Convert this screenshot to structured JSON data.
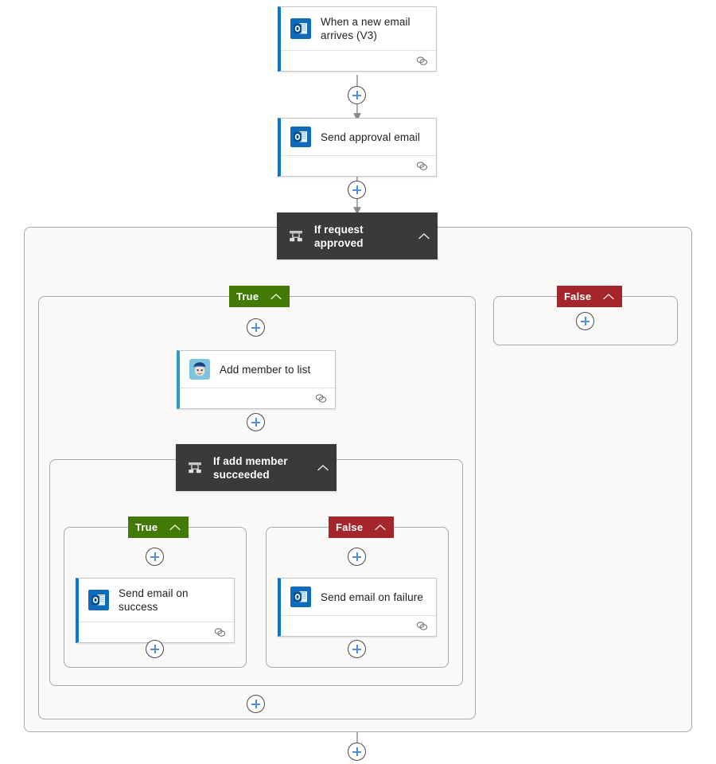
{
  "flow": {
    "nodes": [
      {
        "id": "trigger",
        "type": "action-card",
        "title": "When a new email arrives (V3)",
        "icon": "outlook-icon",
        "accent": "#0078d4",
        "footer_icon": "connection-icon"
      },
      {
        "id": "send-approval",
        "type": "action-card",
        "title": "Send approval email",
        "icon": "outlook-icon",
        "accent": "#0078d4",
        "footer_icon": "connection-icon"
      },
      {
        "id": "cond-approved",
        "type": "condition",
        "title": "If request approved",
        "icon": "condition-icon",
        "collapse_icon": "chevron-up-icon"
      },
      {
        "id": "add-member",
        "type": "action-card",
        "title": "Add member to list",
        "icon": "mailchimp-icon",
        "accent": "#2e9bc4",
        "footer_icon": "connection-icon"
      },
      {
        "id": "cond-added",
        "type": "condition",
        "title": "If add member succeeded",
        "icon": "condition-icon",
        "collapse_icon": "chevron-up-icon"
      },
      {
        "id": "send-success",
        "type": "action-card",
        "title": "Send email on success",
        "icon": "outlook-icon",
        "accent": "#0078d4",
        "footer_icon": "connection-icon"
      },
      {
        "id": "send-failure",
        "type": "action-card",
        "title": "Send email on failure",
        "icon": "outlook-icon",
        "accent": "#0078d4",
        "footer_icon": "connection-icon"
      }
    ],
    "branches": {
      "outer_true": {
        "label": "True",
        "color": "#437a06",
        "collapse_icon": "chevron-up-icon"
      },
      "outer_false": {
        "label": "False",
        "color": "#a4262c",
        "collapse_icon": "chevron-up-icon"
      },
      "inner_true": {
        "label": "True",
        "color": "#437a06",
        "collapse_icon": "chevron-up-icon"
      },
      "inner_false": {
        "label": "False",
        "color": "#a4262c",
        "collapse_icon": "chevron-up-icon"
      }
    },
    "add_buttons": [
      {
        "id": "add-after-trigger",
        "name": "add-step-after-trigger"
      },
      {
        "id": "add-after-approval",
        "name": "add-step-after-send-approval"
      },
      {
        "id": "add-true-top",
        "name": "add-step-true-branch-top"
      },
      {
        "id": "add-true-after-member",
        "name": "add-step-true-branch-after-add-member"
      },
      {
        "id": "add-false-branch",
        "name": "add-step-false-branch"
      },
      {
        "id": "add-inner-true-top",
        "name": "add-step-inner-true-top"
      },
      {
        "id": "add-inner-true-bottom",
        "name": "add-step-inner-true-bottom"
      },
      {
        "id": "add-inner-false-top",
        "name": "add-step-inner-false-top"
      },
      {
        "id": "add-inner-false-bottom",
        "name": "add-step-inner-false-bottom"
      },
      {
        "id": "add-true-scope-bottom",
        "name": "add-step-true-scope-bottom"
      },
      {
        "id": "add-flow-bottom",
        "name": "add-step-flow-bottom"
      }
    ],
    "colors": {
      "canvas": "#ffffff",
      "scope_fill": "#faf9f8",
      "scope_border": "#a9a9a9",
      "condition_header": "#3b3a39",
      "edge": "#8a8886",
      "plus_glyph": "#4d8fdc",
      "outlook_blue": "#0f6cbd",
      "mailchimp_bg": "#7ec4de"
    }
  }
}
